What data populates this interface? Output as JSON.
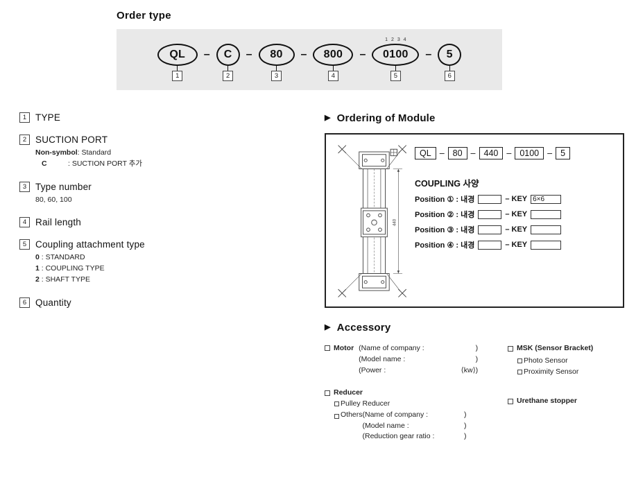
{
  "page_title": "Order type",
  "order_code": {
    "separator": "–",
    "segments": [
      {
        "label": "QL",
        "num": "1",
        "markers": ""
      },
      {
        "label": "C",
        "num": "2",
        "markers": ""
      },
      {
        "label": "80",
        "num": "3",
        "markers": ""
      },
      {
        "label": "800",
        "num": "4",
        "markers": ""
      },
      {
        "label": "0100",
        "num": "5",
        "markers": "1 2 3 4"
      },
      {
        "label": "5",
        "num": "6",
        "markers": ""
      }
    ]
  },
  "spec_items": [
    {
      "num": "1",
      "title": "TYPE",
      "lines": []
    },
    {
      "num": "2",
      "title": "SUCTION PORT",
      "lines": [
        {
          "label": "Non-symbol",
          "rest": ": Standard"
        },
        {
          "label": "C",
          "rest": ": SUCTION PORT 추가"
        }
      ]
    },
    {
      "num": "3",
      "title": "Type number",
      "lines": [
        {
          "label": "",
          "rest": "80, 60, 100"
        }
      ]
    },
    {
      "num": "4",
      "title": "Rail length",
      "lines": []
    },
    {
      "num": "5",
      "title": "Coupling attachment type",
      "lines": [
        {
          "label": "0",
          "rest": ": STANDARD"
        },
        {
          "label": "1",
          "rest": ": COUPLING TYPE"
        },
        {
          "label": "2",
          "rest": ": SHAFT TYPE"
        }
      ]
    },
    {
      "num": "6",
      "title": "Quantity",
      "lines": []
    }
  ],
  "module_section": {
    "heading": "Ordering of Module",
    "code_separator": "–",
    "code": [
      "QL",
      "80",
      "440",
      "0100",
      "5"
    ],
    "dimension_label": "440",
    "coupling_title": "COUPLING 사양",
    "positions": [
      {
        "label": "Position ① : 내경",
        "key_label": "– KEY",
        "bore": "",
        "key": "6×6"
      },
      {
        "label": "Position ② : 내경",
        "key_label": "– KEY",
        "bore": "",
        "key": ""
      },
      {
        "label": "Position ③ : 내경",
        "key_label": "– KEY",
        "bore": "",
        "key": ""
      },
      {
        "label": "Position ④ : 내경",
        "key_label": "– KEY",
        "bore": "",
        "key": ""
      }
    ]
  },
  "accessory": {
    "heading": "Accessory",
    "motor_label": "Motor",
    "motor_lines": [
      {
        "open": "(Name of company :",
        "close": ")"
      },
      {
        "open": "(Model name :",
        "close": ")"
      },
      {
        "open": "(Power :",
        "close": "⟨kw⟩)"
      }
    ],
    "msk_label": "MSK (Sensor Bracket)",
    "msk_subs": [
      "Photo Sensor",
      "Proximity Sensor"
    ],
    "reducer_label": "Reducer",
    "reducer_sub": "Pulley Reducer",
    "others_label": "Others",
    "others_lines": [
      {
        "open": "(Name of company :",
        "close": ")"
      },
      {
        "open": "(Model name :",
        "close": ")"
      },
      {
        "open": "(Reduction gear ratio :",
        "close": ")"
      }
    ],
    "urethane_label": "Urethane stopper"
  }
}
